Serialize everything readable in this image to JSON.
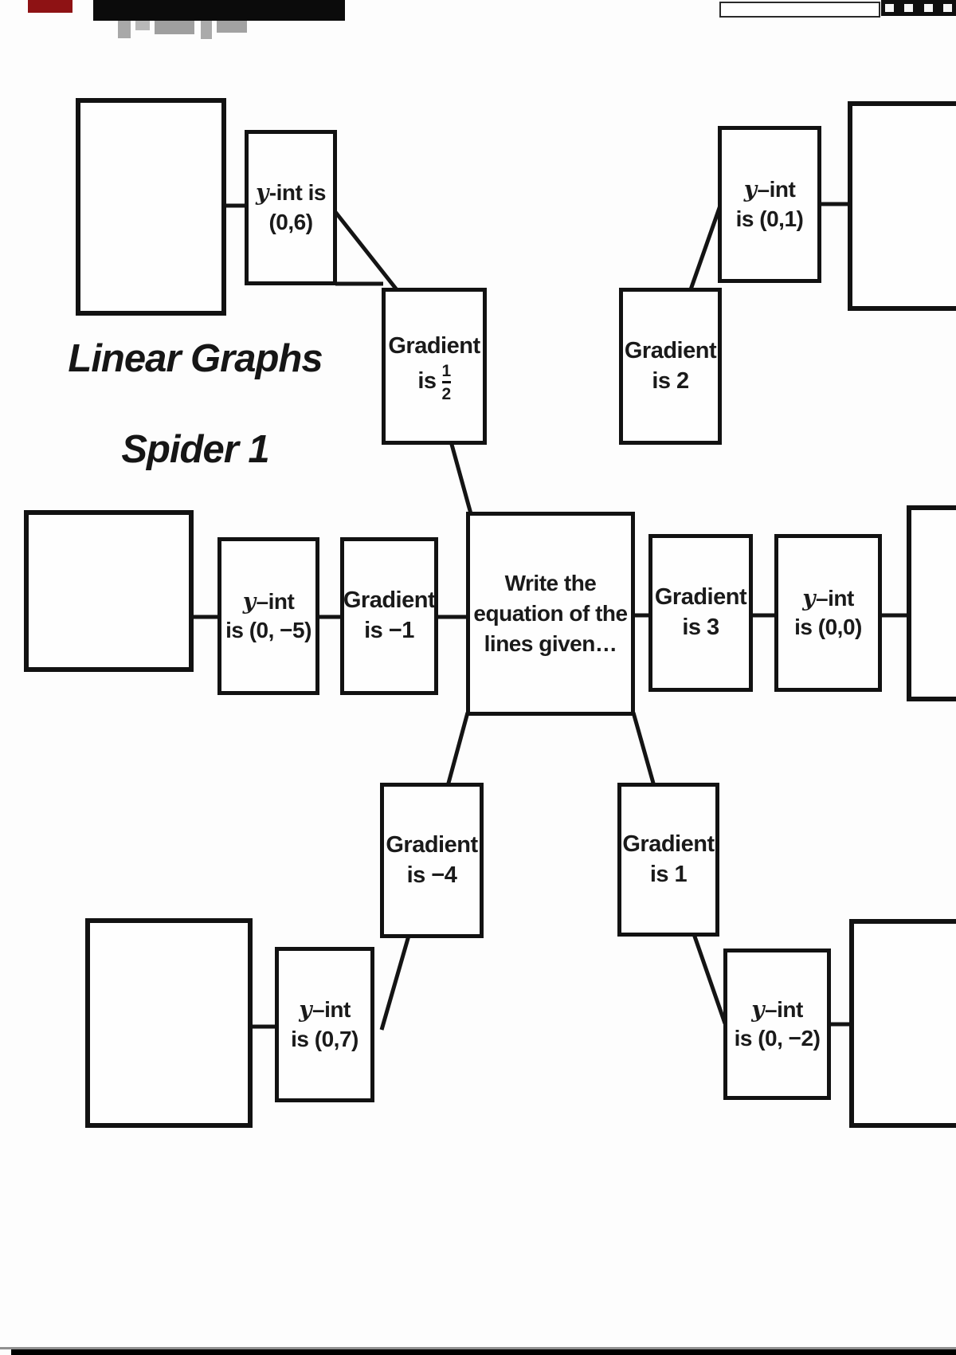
{
  "title": {
    "line1": "Linear Graphs",
    "line2": "Spider 1"
  },
  "center_box": {
    "line1": "Write the",
    "line2": "equation of the",
    "line3": "lines given…"
  },
  "boxes": {
    "grad_half": {
      "l1": "Gradient",
      "l2_pre": "is",
      "frac_num": "1",
      "frac_den": "2"
    },
    "grad_2": {
      "l1": "Gradient",
      "l2": "is 2"
    },
    "grad_3": {
      "l1": "Gradient",
      "l2": "is 3"
    },
    "grad_m1": {
      "l1": "Gradient",
      "l2": "is −1"
    },
    "grad_m4": {
      "l1": "Gradient",
      "l2": "is −4"
    },
    "grad_1": {
      "l1": "Gradient",
      "l2": "is 1"
    },
    "yint_06": {
      "y": "y",
      "l1_rest": "-int is",
      "l2": "(0,6)"
    },
    "yint_01": {
      "y": "y",
      "l1_rest": "–int",
      "l2": "is (0,1)"
    },
    "yint_m5": {
      "y": "y",
      "l1_rest": "–int",
      "l2": "is (0, −5)"
    },
    "yint_00": {
      "y": "y",
      "l1_rest": "–int",
      "l2": "is (0,0)"
    },
    "yint_07": {
      "y": "y",
      "l1_rest": "–int",
      "l2": "is (0,7)"
    },
    "yint_m2": {
      "y": "y",
      "l1_rest": "–int",
      "l2": "is (0, −2)"
    }
  },
  "empty_answer_boxes": [
    "top-left",
    "top-right",
    "middle-left",
    "middle-right",
    "bottom-left",
    "bottom-right"
  ],
  "colors": {
    "box_border": "#121212",
    "text": "#1a1a1a",
    "artifact_red": "#8e1214",
    "artifact_black": "#0b0b0b",
    "page_background": "#fdfdfd"
  }
}
